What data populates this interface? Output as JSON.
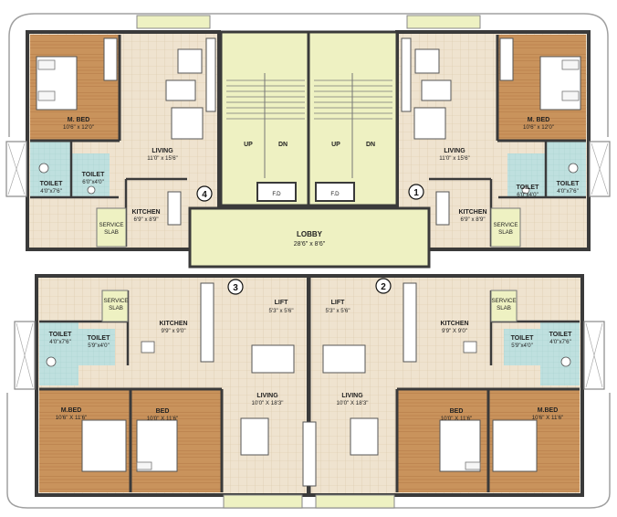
{
  "colors": {
    "tile": "#efe3cf",
    "tile_line": "#d9c7a8",
    "wood": "#c9935c",
    "wood_dark": "#a8703e",
    "bath": "#bfe0df",
    "stair": "#eef1c2",
    "wall": "#3a3a3a",
    "outline": "#9a9a9a"
  },
  "rooms": [
    {
      "id": "w4-mbed",
      "name": "M. BED",
      "size": "10'6\" x 12'0\""
    },
    {
      "id": "w4-living",
      "name": "LIVING",
      "size": "11'0\" x 15'6\""
    },
    {
      "id": "w4-toilet-a",
      "name": "TOILET",
      "size": "4'0\"x7'6\""
    },
    {
      "id": "w4-toilet-b",
      "name": "TOILET",
      "size": "6'0\"x4'0\""
    },
    {
      "id": "w4-kitchen",
      "name": "KITCHEN",
      "size": "6'9\" x 8'9\""
    },
    {
      "id": "w4-service",
      "name": "SERVICE",
      "size": "SLAB"
    },
    {
      "id": "w1-mbed",
      "name": "M. BED",
      "size": "10'6\" x 12'0\""
    },
    {
      "id": "w1-living",
      "name": "LIVING",
      "size": "11'0\" x 15'6\""
    },
    {
      "id": "w1-toilet-a",
      "name": "TOILET",
      "size": "6'0\"x4'0\""
    },
    {
      "id": "w1-toilet-b",
      "name": "TOILET",
      "size": "4'0\"x7'6\""
    },
    {
      "id": "w1-kitchen",
      "name": "KITCHEN",
      "size": "6'9\" x 8'9\""
    },
    {
      "id": "w1-service",
      "name": "SERVICE",
      "size": "SLAB"
    },
    {
      "id": "lobby",
      "name": "LOBBY",
      "size": "28'6\" x 8'6\""
    },
    {
      "id": "lift-a",
      "name": "LIFT",
      "size": "5'3\" x 5'6\""
    },
    {
      "id": "lift-b",
      "name": "LIFT",
      "size": "5'3\" x 5'6\""
    },
    {
      "id": "w3-service",
      "name": "SERVICE",
      "size": "SLAB"
    },
    {
      "id": "w3-kitchen",
      "name": "KITCHEN",
      "size": "9'9\" x 9'0\""
    },
    {
      "id": "w3-toilet-a",
      "name": "TOILET",
      "size": "4'0\"x7'6\""
    },
    {
      "id": "w3-toilet-b",
      "name": "TOILET",
      "size": "5'9\"x4'0\""
    },
    {
      "id": "w3-mbed",
      "name": "M.BED",
      "size": "10'6\" X 11'6\""
    },
    {
      "id": "w3-bed",
      "name": "BED",
      "size": "10'0\" X 11'6\""
    },
    {
      "id": "w3-living",
      "name": "LIVING",
      "size": "10'0\" X 18'3\""
    },
    {
      "id": "w2-service",
      "name": "SERVICE",
      "size": "SLAB"
    },
    {
      "id": "w2-kitchen",
      "name": "KITCHEN",
      "size": "9'9\" X 9'0\""
    },
    {
      "id": "w2-toilet-a",
      "name": "TOILET",
      "size": "5'9\"x4'0\""
    },
    {
      "id": "w2-toilet-b",
      "name": "TOILET",
      "size": "4'0\"x7'6\""
    },
    {
      "id": "w2-mbed",
      "name": "M.BED",
      "size": "10'6\" X 11'6\""
    },
    {
      "id": "w2-bed",
      "name": "BED",
      "size": "10'0\" X 11'6\""
    },
    {
      "id": "w2-living",
      "name": "LIVING",
      "size": "10'0\" X 18'3\""
    }
  ],
  "stairs": {
    "up": "UP",
    "dn": "DN",
    "fd": "F.D"
  },
  "wings": [
    "4",
    "1",
    "3",
    "2"
  ]
}
